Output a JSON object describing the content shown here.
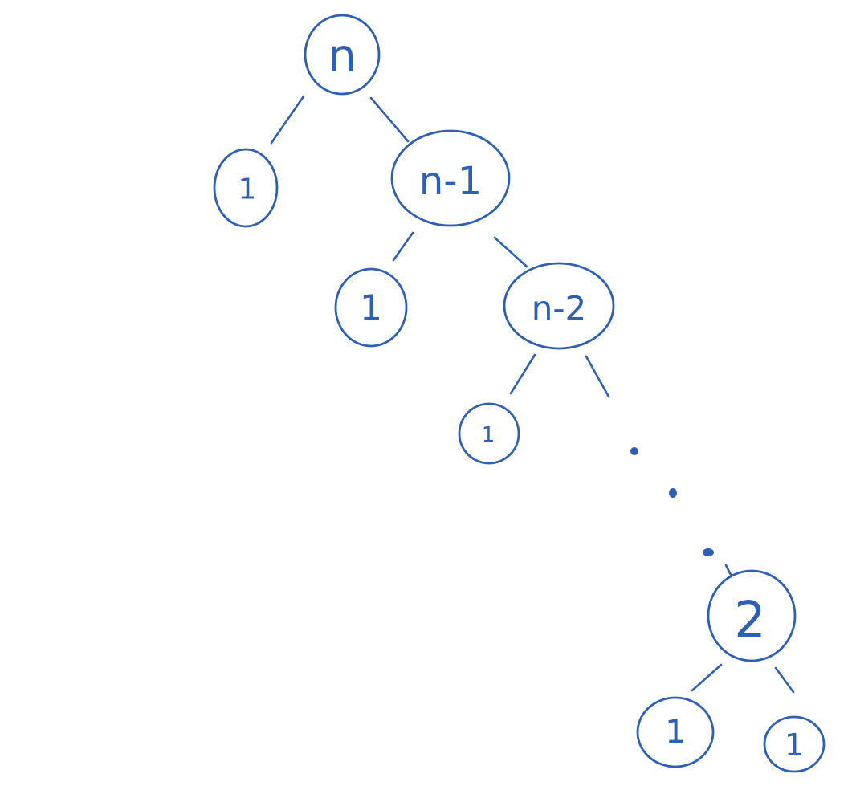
{
  "diagram": {
    "type": "recursion-tree",
    "stroke_color": "#2f5fb3",
    "background": "#ffffff",
    "nodes": [
      {
        "id": "n0",
        "label": "n"
      },
      {
        "id": "l0",
        "label": "1"
      },
      {
        "id": "n1",
        "label": "n-1"
      },
      {
        "id": "l1",
        "label": "1"
      },
      {
        "id": "n2",
        "label": "n-2"
      },
      {
        "id": "l2",
        "label": "1"
      },
      {
        "id": "n3",
        "label": "2"
      },
      {
        "id": "l3",
        "label": "1"
      },
      {
        "id": "r3",
        "label": "1"
      }
    ],
    "edges": [
      {
        "from": "n0",
        "to": "l0"
      },
      {
        "from": "n0",
        "to": "n1"
      },
      {
        "from": "n1",
        "to": "l1"
      },
      {
        "from": "n1",
        "to": "n2"
      },
      {
        "from": "n2",
        "to": "l2"
      },
      {
        "from": "n2",
        "to": "ellipsis"
      },
      {
        "from": "ellipsis",
        "to": "n3"
      },
      {
        "from": "n3",
        "to": "l3"
      },
      {
        "from": "n3",
        "to": "r3"
      }
    ]
  }
}
